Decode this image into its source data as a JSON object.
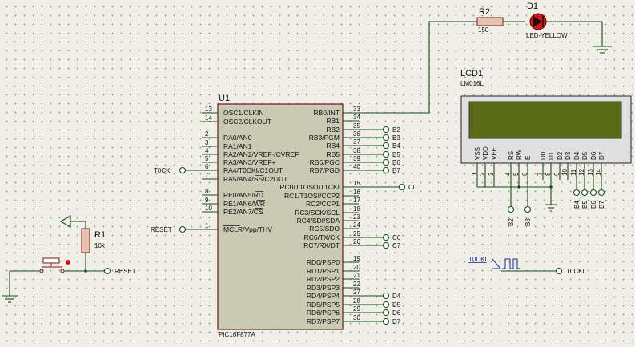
{
  "u1": {
    "ref": "U1",
    "part": "PIC16F877A",
    "left_pins": [
      {
        "num": "13",
        "name": "OSC1/CLKIN"
      },
      {
        "num": "14",
        "name": "OSC2/CLKOUT"
      },
      {
        "num": "2",
        "name": "RA0/AN0"
      },
      {
        "num": "3",
        "name": "RA1/AN1"
      },
      {
        "num": "4",
        "name": "RA2/AN2/VREF-/CVREF"
      },
      {
        "num": "5",
        "name": "RA3/AN3/VREF+"
      },
      {
        "num": "6",
        "name": "RA4/T0CKI/C1OUT"
      },
      {
        "num": "7",
        "name": "RA5/AN4/SS/C2OUT"
      },
      {
        "num": "8",
        "name": "RE0/AN5/RD"
      },
      {
        "num": "9",
        "name": "RE1/AN6/WR"
      },
      {
        "num": "10",
        "name": "RE2/AN7/CS"
      },
      {
        "num": "1",
        "name": "MCLR/Vpp/THV"
      }
    ],
    "right_pins": [
      {
        "num": "33",
        "name": "RB0/INT"
      },
      {
        "num": "34",
        "name": "RB1"
      },
      {
        "num": "35",
        "name": "RB2"
      },
      {
        "num": "36",
        "name": "RB3/PGM"
      },
      {
        "num": "37",
        "name": "RB4"
      },
      {
        "num": "38",
        "name": "RB5"
      },
      {
        "num": "39",
        "name": "RB6/PGC"
      },
      {
        "num": "40",
        "name": "RB7/PGD"
      },
      {
        "num": "15",
        "name": "RC0/T1OSO/T1CKI"
      },
      {
        "num": "16",
        "name": "RC1/T1OSI/CCP2"
      },
      {
        "num": "17",
        "name": "RC2/CCP1"
      },
      {
        "num": "18",
        "name": "RC3/SCK/SCL"
      },
      {
        "num": "23",
        "name": "RC4/SDI/SDA"
      },
      {
        "num": "24",
        "name": "RC5/SDO"
      },
      {
        "num": "25",
        "name": "RC6/TX/CK"
      },
      {
        "num": "26",
        "name": "RC7/RX/DT"
      },
      {
        "num": "19",
        "name": "RD0/PSP0"
      },
      {
        "num": "20",
        "name": "RD1/PSP1"
      },
      {
        "num": "21",
        "name": "RD2/PSP2"
      },
      {
        "num": "22",
        "name": "RD3/PSP3"
      },
      {
        "num": "27",
        "name": "RD4/PSP4"
      },
      {
        "num": "28",
        "name": "RD5/PSP5"
      },
      {
        "num": "29",
        "name": "RD6/PSP6"
      },
      {
        "num": "30",
        "name": "RD7/PSP7"
      }
    ],
    "right_terminals": [
      {
        "pin": "35",
        "label": "B2"
      },
      {
        "pin": "36",
        "label": "B3"
      },
      {
        "pin": "37",
        "label": "B4"
      },
      {
        "pin": "38",
        "label": "B5"
      },
      {
        "pin": "39",
        "label": "B6"
      },
      {
        "pin": "40",
        "label": "B7"
      },
      {
        "pin": "15",
        "label": "C0"
      },
      {
        "pin": "25",
        "label": "C6"
      },
      {
        "pin": "26",
        "label": "C7"
      },
      {
        "pin": "27",
        "label": "D4"
      },
      {
        "pin": "28",
        "label": "D5"
      },
      {
        "pin": "29",
        "label": "D6"
      },
      {
        "pin": "30",
        "label": "D7"
      }
    ],
    "left_terminals": [
      {
        "pin": "6",
        "label": "T0CKI"
      },
      {
        "pin": "1",
        "label": "RESET"
      }
    ]
  },
  "r2": {
    "ref": "R2",
    "value": "150"
  },
  "d1": {
    "ref": "D1",
    "value": "LED-YELLOW"
  },
  "lcd": {
    "ref": "LCD1",
    "part": "LM016L",
    "pins": [
      {
        "name": "VSS",
        "num": "1"
      },
      {
        "name": "VDD",
        "num": "2"
      },
      {
        "name": "VEE",
        "num": "3"
      },
      {
        "name": "RS",
        "num": "4"
      },
      {
        "name": "RW",
        "num": "5"
      },
      {
        "name": "E",
        "num": "6"
      },
      {
        "name": "D0",
        "num": "7"
      },
      {
        "name": "D1",
        "num": "8"
      },
      {
        "name": "D2",
        "num": "9"
      },
      {
        "name": "D3",
        "num": "10"
      },
      {
        "name": "D4",
        "num": "11"
      },
      {
        "name": "D5",
        "num": "12"
      },
      {
        "name": "D6",
        "num": "13"
      },
      {
        "name": "D7",
        "num": "14"
      }
    ],
    "terminals": [
      "B2",
      "B3",
      "B4",
      "B5",
      "B6",
      "B7"
    ],
    "screen_color": "#5a6b18"
  },
  "r1": {
    "ref": "R1",
    "value": "10k"
  },
  "reset_terminal": "RESET",
  "clock": {
    "generator": "T0CKI",
    "terminal": "T0CKI"
  },
  "colors": {
    "chip": "#c9c9b4",
    "wire": "#1a4d1a",
    "resistor": "#e8c4b0",
    "led": "#cc1a1a",
    "lcd_body": "#e0e0e0",
    "generator": "#1f2a9a"
  }
}
